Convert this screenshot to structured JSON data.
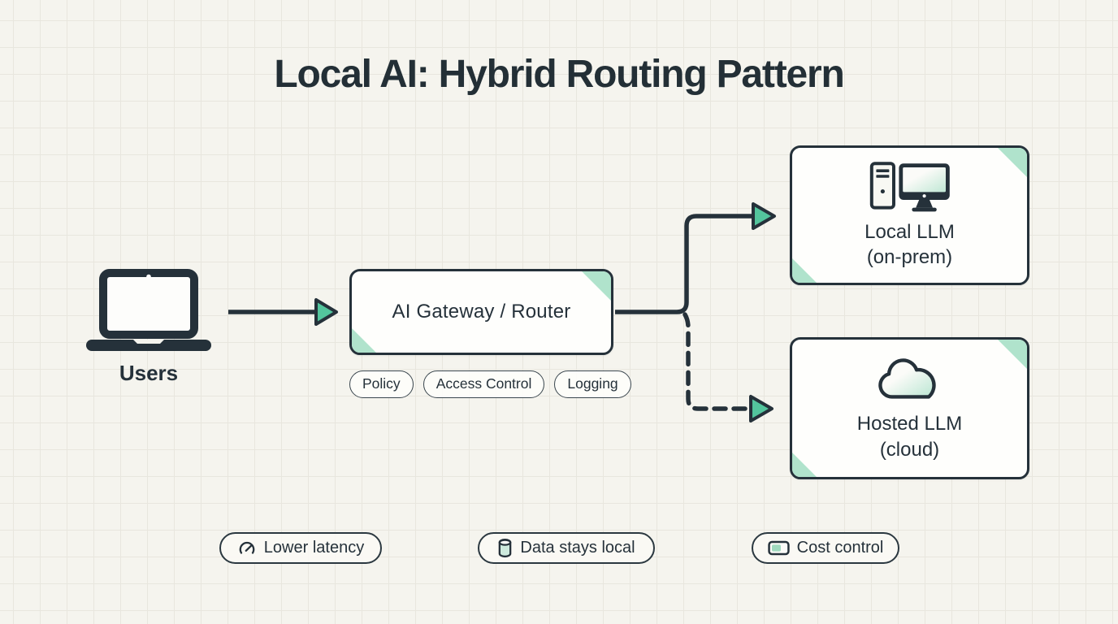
{
  "title": "Local AI: Hybrid Routing Pattern",
  "users": {
    "label": "Users",
    "icon": "laptop-icon"
  },
  "gateway": {
    "label": "AI Gateway / Router",
    "tags": [
      "Policy",
      "Access Control",
      "Logging"
    ]
  },
  "targets": [
    {
      "line1": "Local LLM",
      "line2": "(on-prem)",
      "icon": "desktop-computer-icon",
      "connector": "solid"
    },
    {
      "line1": "Hosted LLM",
      "line2": "(cloud)",
      "icon": "cloud-icon",
      "connector": "dashed"
    }
  ],
  "badges": [
    {
      "icon": "gauge-icon",
      "label": "Lower latency"
    },
    {
      "icon": "database-icon",
      "label": "Data stays local"
    },
    {
      "icon": "card-icon",
      "label": "Cost control"
    }
  ],
  "colors": {
    "ink": "#25313a",
    "arrowhead_mint": "#53c59d",
    "corner_mint": "#b0e3cc",
    "icon_mint": "#9fd9be",
    "background": "#f5f4ee",
    "grid_line": "#e8e6de"
  }
}
